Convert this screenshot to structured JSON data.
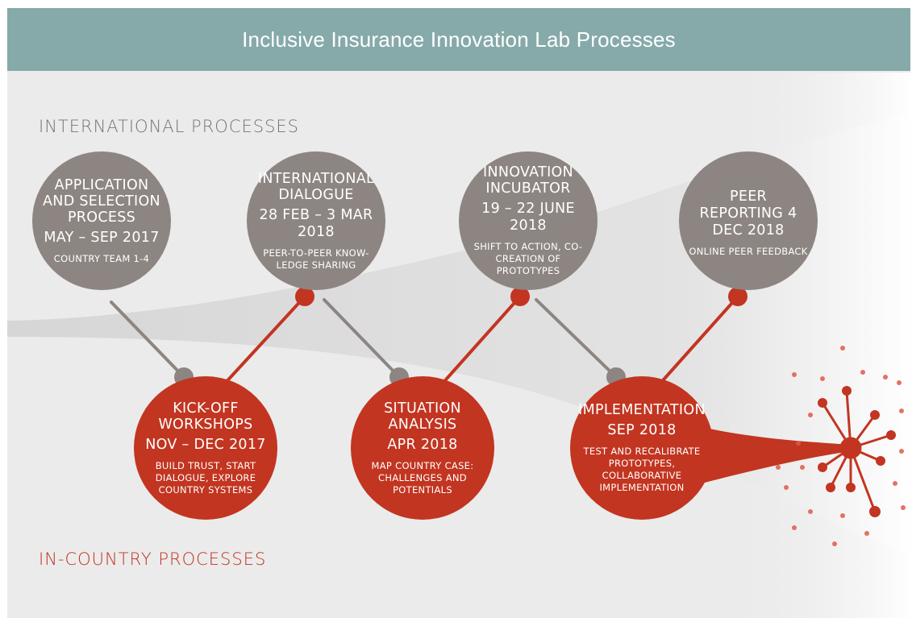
{
  "header": {
    "title": "Inclusive Insurance Innovation Lab Processes"
  },
  "sections": {
    "international": "INTERNATIONAL PROCESSES",
    "in_country": "IN-COUNTRY PROCESSES"
  },
  "colors": {
    "header_bg": "#86aaa9",
    "gray_circle": "#8d8581",
    "red_circle": "#c23521",
    "background": "#ebebeb"
  },
  "international_steps": [
    {
      "title": "APPLICATION AND SELECTION PROCESS",
      "date": "MAY – SEP 2017",
      "desc": "COUNTRY TEAM 1-4"
    },
    {
      "title": "INTERNATIONAL DIALOGUE",
      "date": "28 FEB – 3 MAR 2018",
      "desc": "PEER-TO-PEER KNOW-LEDGE SHARING"
    },
    {
      "title": "INNOVATION INCUBATOR",
      "date": "19 – 22 JUNE 2018",
      "desc": "SHIFT TO ACTION, CO-CREATION OF PROTOTYPES"
    },
    {
      "title": "",
      "date": "PEER REPORTING 4 DEC 2018",
      "desc": "ONLINE PEER FEEDBACK"
    }
  ],
  "in_country_steps": [
    {
      "title": "KICK-OFF WORKSHOPS",
      "date": "NOV – DEC 2017",
      "desc": "BUILD TRUST, START DIALOGUE, EXPLORE COUNTRY SYSTEMS"
    },
    {
      "title": "SITUATION ANALYSIS",
      "date": "APR 2018",
      "desc": "MAP COUNTRY CASE: CHALLENGES AND POTENTIALS"
    },
    {
      "title": "IMPLEMENTATION",
      "date": "SEP 2018",
      "desc": "TEST AND RECALIBRATE PROTOTYPES, COLLABORATIVE IMPLEMENTATION"
    }
  ]
}
